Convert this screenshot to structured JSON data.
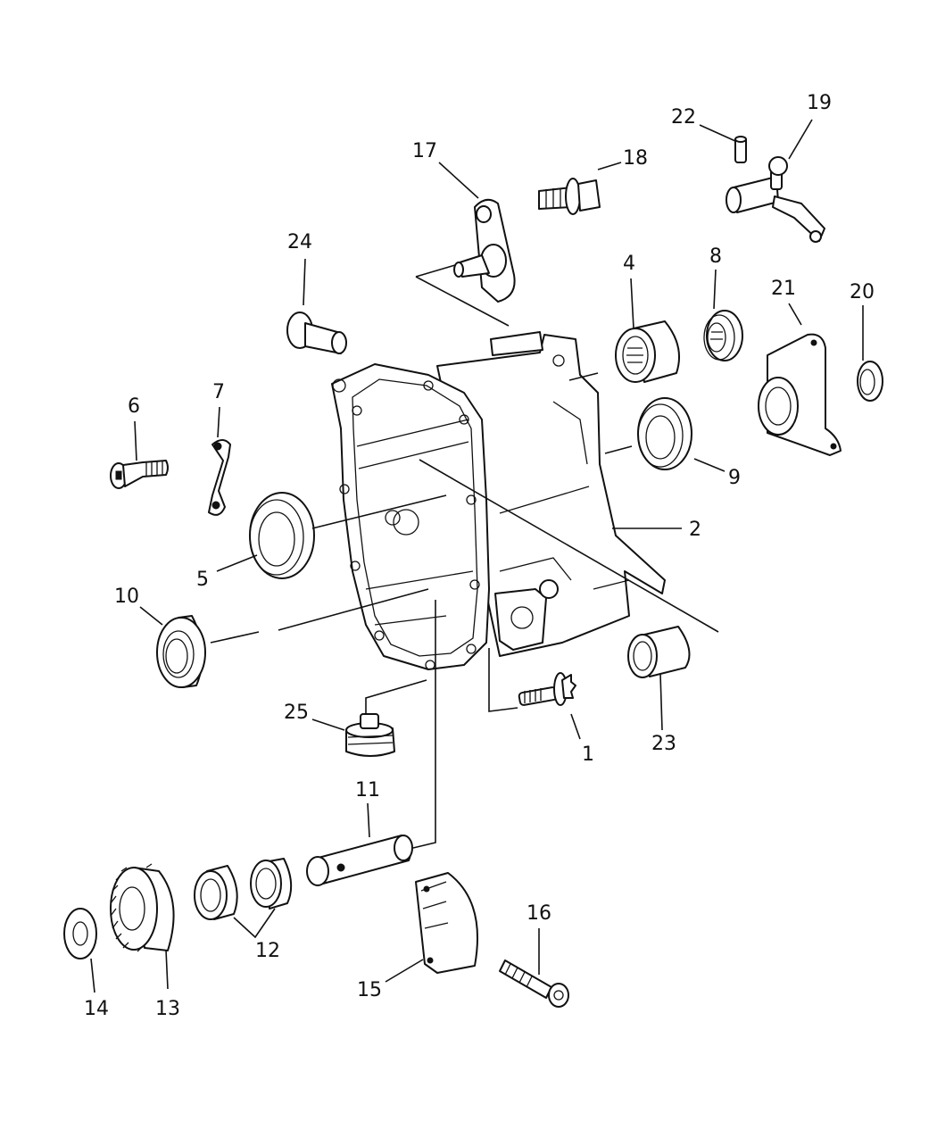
{
  "diagram": {
    "callouts": [
      {
        "id": "c1",
        "text": "1"
      },
      {
        "id": "c2",
        "text": "2"
      },
      {
        "id": "c4",
        "text": "4"
      },
      {
        "id": "c5",
        "text": "5"
      },
      {
        "id": "c6",
        "text": "6"
      },
      {
        "id": "c7",
        "text": "7"
      },
      {
        "id": "c8",
        "text": "8"
      },
      {
        "id": "c9",
        "text": "9"
      },
      {
        "id": "c10",
        "text": "10"
      },
      {
        "id": "c11",
        "text": "11"
      },
      {
        "id": "c12",
        "text": "12"
      },
      {
        "id": "c13",
        "text": "13"
      },
      {
        "id": "c14",
        "text": "14"
      },
      {
        "id": "c15",
        "text": "15"
      },
      {
        "id": "c16",
        "text": "16"
      },
      {
        "id": "c17",
        "text": "17"
      },
      {
        "id": "c18",
        "text": "18"
      },
      {
        "id": "c19",
        "text": "19"
      },
      {
        "id": "c20",
        "text": "20"
      },
      {
        "id": "c21",
        "text": "21"
      },
      {
        "id": "c22",
        "text": "22"
      },
      {
        "id": "c23",
        "text": "23"
      },
      {
        "id": "c24",
        "text": "24"
      },
      {
        "id": "c25",
        "text": "25"
      }
    ]
  }
}
